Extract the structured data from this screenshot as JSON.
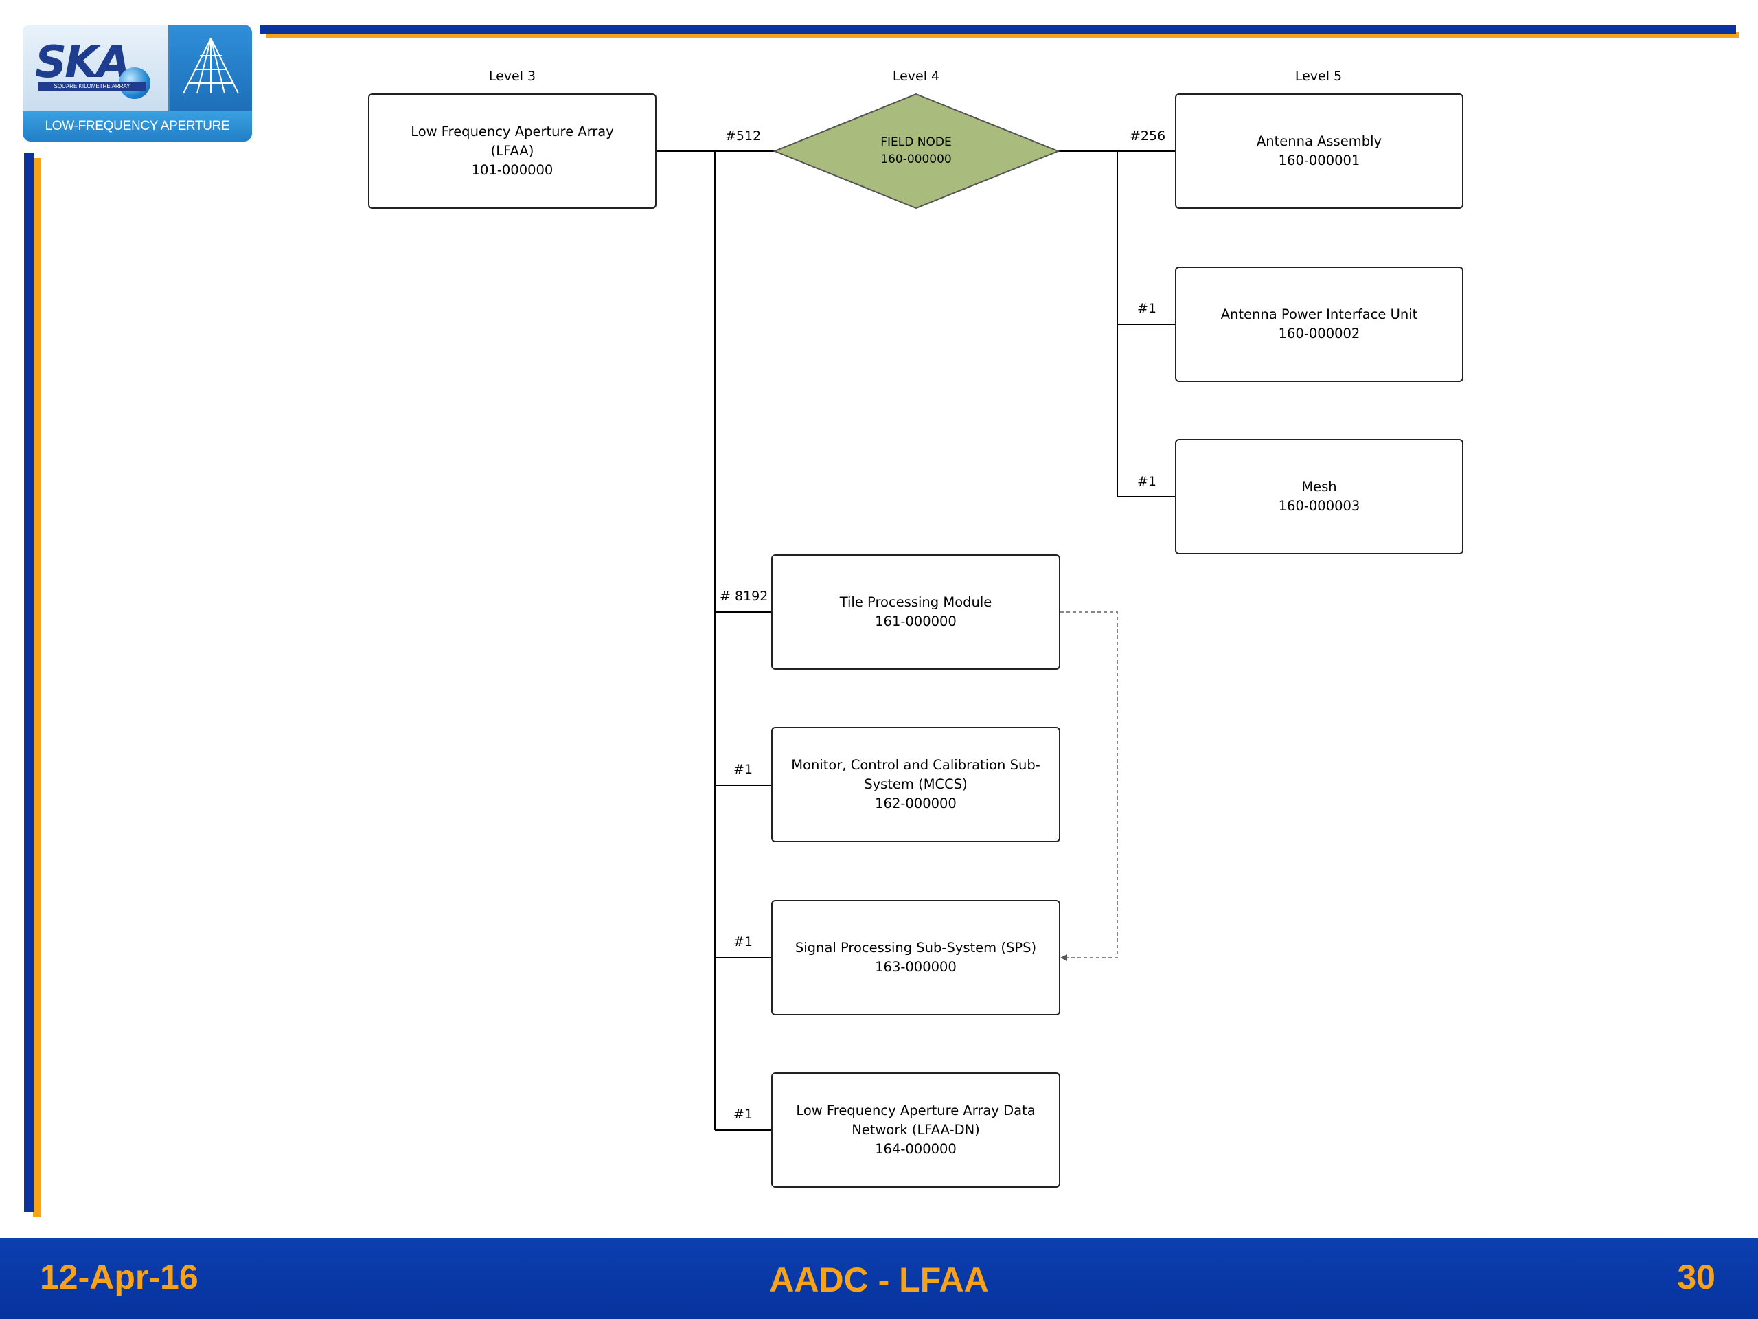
{
  "logo": {
    "wordmark": "SKA",
    "tagline": "SQUARE KILOMETRE ARRAY",
    "subtitle": "LOW-FREQUENCY APERTURE ARRAY"
  },
  "diagram": {
    "levels": [
      "Level 3",
      "Level 4",
      "Level 5"
    ],
    "root": {
      "lines": [
        "Low Frequency Aperture Array",
        "(LFAA)",
        "101-000000"
      ]
    },
    "field_node": {
      "lines": [
        "FIELD NODE",
        "160-000000"
      ],
      "fill": "#a9bb7d"
    },
    "level5": [
      {
        "count": "#256",
        "lines": [
          "Antenna Assembly",
          "160-000001"
        ]
      },
      {
        "count": "#1",
        "lines": [
          "Antenna Power Interface Unit",
          "160-000002"
        ]
      },
      {
        "count": "#1",
        "lines": [
          "Mesh",
          "160-000003"
        ]
      }
    ],
    "field_node_count": "#512",
    "level4": [
      {
        "count": "# 8192",
        "lines": [
          "Tile Processing Module",
          "161-000000"
        ]
      },
      {
        "count": "#1",
        "lines": [
          "Monitor, Control and Calibration Sub-",
          "System (MCCS)",
          "162-000000"
        ]
      },
      {
        "count": "#1",
        "lines": [
          "Signal Processing Sub-System (SPS)",
          "163-000000"
        ]
      },
      {
        "count": "#1",
        "lines": [
          "Low Frequency Aperture Array Data",
          "Network (LFAA-DN)",
          "164-000000"
        ]
      }
    ]
  },
  "footer": {
    "date": "12-Apr-16",
    "title": "AADC - LFAA",
    "page": "30"
  },
  "colors": {
    "blue": "#0a33a0",
    "orange": "#f7a21b",
    "footer_bg": "#0a3aa8"
  }
}
